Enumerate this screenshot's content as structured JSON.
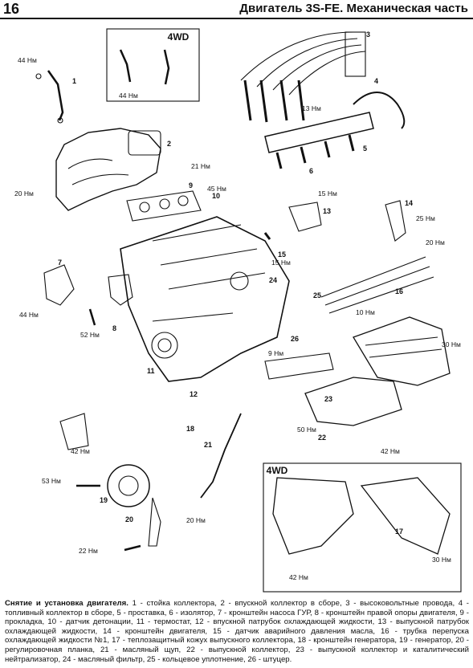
{
  "header": {
    "page_number": "16",
    "title": "Двигатель 3S-FE. Механическая часть"
  },
  "figure": {
    "inset_tag_top": "4WD",
    "inset_tag_bottom": "4WD",
    "torques": {
      "t44a": "44 Нм",
      "t44b": "44 Нм",
      "t21": "21 Нм",
      "t13": "13 Нм",
      "t20a": "20 Нм",
      "t45": "45 Нм",
      "t15a": "15 Нм",
      "t15b": "15 Нм",
      "t25": "25 Нм",
      "t20b": "20 Нм",
      "t44c": "44 Нм",
      "t52": "52 Нм",
      "t10": "10 Нм",
      "t9": "9 Нм",
      "t30a": "30 Нм",
      "t50": "50 Нм",
      "t42a": "42 Нм",
      "t42b": "42 Нм",
      "t53": "53 Нм",
      "t20c": "20 Нм",
      "t22": "22 Нм",
      "t42c": "42 Нм",
      "t30b": "30 Нм"
    },
    "parts": [
      "1",
      "2",
      "3",
      "4",
      "5",
      "6",
      "7",
      "8",
      "9",
      "10",
      "11",
      "12",
      "13",
      "14",
      "15",
      "16",
      "17",
      "18",
      "19",
      "20",
      "21",
      "22",
      "23",
      "24",
      "25",
      "26"
    ]
  },
  "caption": {
    "bold": "Снятие и установка двигателя.",
    "text": " 1 - стойка коллектора, 2 - впускной коллектор в сборе, 3 - высоковольтные провода, 4 - топливный коллектор в сборе, 5 - проставка, 6 - изолятор, 7 - кронштейн насоса ГУР, 8 - кронштейн правой опоры двигателя, 9 - прокладка, 10 - датчик детонации, 11 - термостат, 12 - впускной патрубок охлаждающей жидкости, 13 - выпускной патрубок охлаждающей жидкости, 14 - кронштейн двигателя, 15 - датчик аварийного давления масла, 16 - трубка перепуска охлаждающей жидкости №1, 17 - теплозащитный кожух выпускного коллектора, 18 - кронштейн генератора, 19 - генератор, 20 - регулировочная планка, 21 - масляный щуп, 22 - выпускной коллектор, 23 - выпускной коллектор и каталитический нейтрализатор, 24 - масляный фильтр, 25 - кольцевое уплотнение, 26 - штуцер."
  }
}
